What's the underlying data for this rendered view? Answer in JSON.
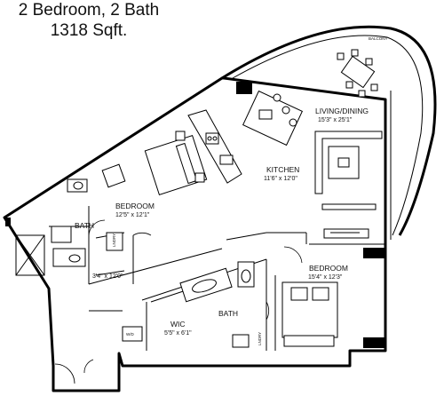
{
  "title": {
    "line1": "2 Bedroom, 2 Bath",
    "line2": "1318 Sqft."
  },
  "rooms": {
    "balcony": "BALCONY",
    "living_dining": "LIVING/DINING",
    "living_dining_dim": "15'3\" x 25'1\"",
    "kitchen": "KITCHEN",
    "kitchen_dim": "11'6\" x 12'0\"",
    "bedroom1": "BEDROOM",
    "bedroom1_dim": "12'5\" x 12'1\"",
    "bath1": "BATH",
    "closet_dim": "3'4\" x 12'0\"",
    "bedroom2": "BEDROOM",
    "bedroom2_dim": "15'4\" x 12'3\"",
    "wic": "WIC",
    "wic_dim": "5'5\" x 6'1\"",
    "bath2": "BATH"
  },
  "fixtures": {
    "laundry1": "LNDRY",
    "laundry2": "LNDRY",
    "wd": "W/D"
  }
}
